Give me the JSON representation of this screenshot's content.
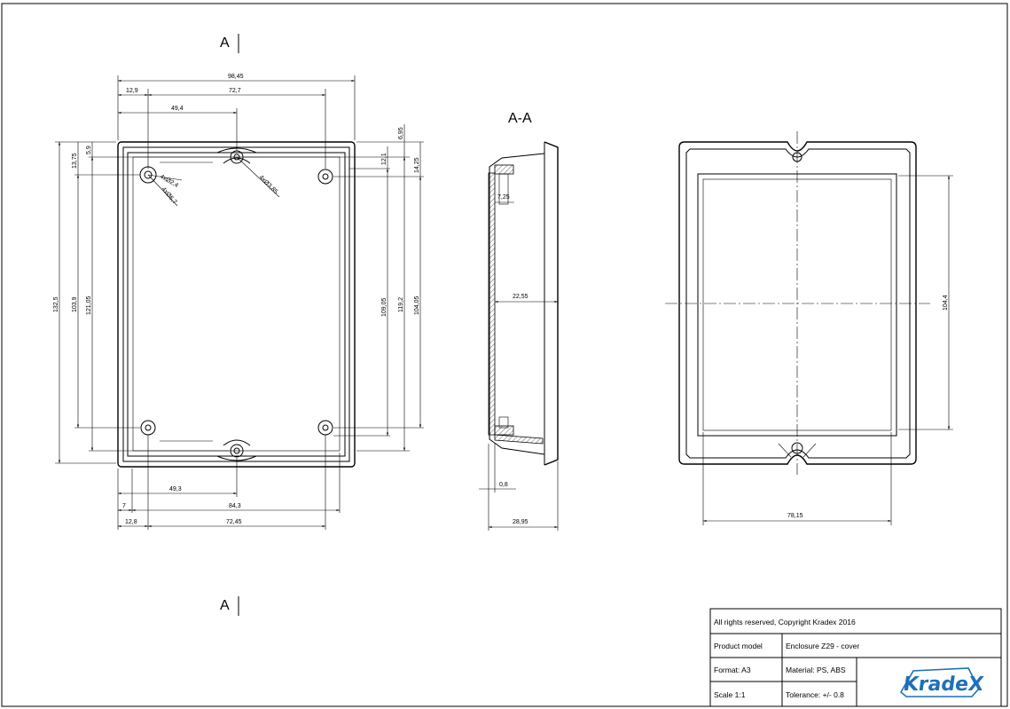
{
  "section_marks": {
    "top": "A",
    "bottom": "A",
    "title": "A-A"
  },
  "front_view": {
    "dims": {
      "overall_width": "98,45",
      "offset_left": "12,9",
      "hole_span_top": "72,7",
      "to_top_hole": "49,4",
      "bottom_to_hole": "49,3",
      "hole_span_bottom": "84,3",
      "offset_small": "7",
      "bottom_offset": "12,8",
      "bottom_span": "72,45",
      "left_13_75": "13,75",
      "left_5_9": "5,9",
      "height_132_5": "132,5",
      "height_103_9": "103,9",
      "height_121_05": "121,05",
      "right_6_95": "6,95",
      "right_12_1": "12,1",
      "right_14_25": "14,25",
      "right_109_05": "109,05",
      "right_119_2": "119,2",
      "right_104_05": "104,05"
    },
    "callouts": {
      "hole_small": "4xØ2,4",
      "hole_cb": "4xØ6,7",
      "hole_large": "4xØ3,85"
    }
  },
  "section_view": {
    "dims": {
      "wall": "7,25",
      "depth": "22,55",
      "lip": "0,8",
      "total": "28,95"
    }
  },
  "back_view": {
    "dims": {
      "height": "104,4",
      "width": "78,15"
    }
  },
  "title_block": {
    "copyright": "All rights reserved, Copyright Kradex 2016",
    "product_label": "Product model",
    "product_value": "Enclosure Z29 - cover",
    "format": "Format: A3",
    "material": "Material: PS, ABS",
    "scale": "Scale 1:1",
    "tolerance": "Tolerance: +/- 0.8",
    "logo_text": "KradeX",
    "logo_color": "#1f6fb8"
  }
}
